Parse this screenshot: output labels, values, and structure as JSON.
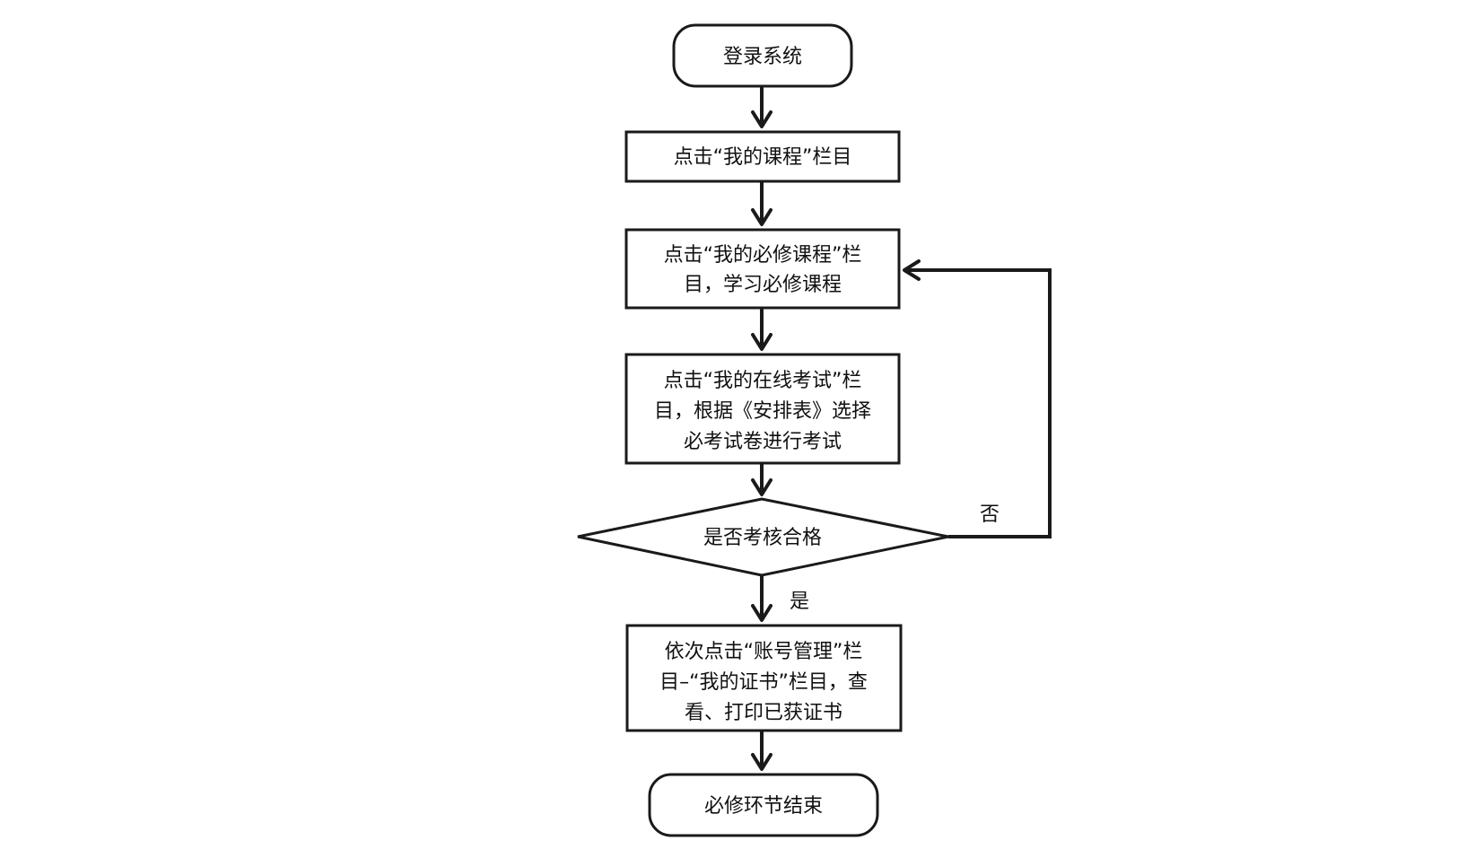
{
  "flowchart": {
    "nodes": [
      {
        "id": "start",
        "shape": "terminal",
        "lines": [
          "登录系统"
        ]
      },
      {
        "id": "my-courses",
        "shape": "process",
        "lines": [
          "点击“我的课程”栏目"
        ]
      },
      {
        "id": "required-courses",
        "shape": "process",
        "lines": [
          "点击“我的必修课程”栏",
          "目，学习必修课程"
        ]
      },
      {
        "id": "online-exam",
        "shape": "process",
        "lines": [
          "点击“我的在线考试”栏",
          "目，根据《安排表》选择",
          "必考试卷进行考试"
        ]
      },
      {
        "id": "passed-check",
        "shape": "decision",
        "lines": [
          "是否考核合格"
        ]
      },
      {
        "id": "certificate",
        "shape": "process",
        "lines": [
          "依次点击“账号管理”栏",
          "目–“我的证书”栏目，查",
          "看、打印已获证书"
        ]
      },
      {
        "id": "end",
        "shape": "terminal",
        "lines": [
          "必修环节结束"
        ]
      }
    ],
    "edges": [
      {
        "from": "start",
        "to": "my-courses",
        "label": ""
      },
      {
        "from": "my-courses",
        "to": "required-courses",
        "label": ""
      },
      {
        "from": "required-courses",
        "to": "online-exam",
        "label": ""
      },
      {
        "from": "online-exam",
        "to": "passed-check",
        "label": ""
      },
      {
        "from": "passed-check",
        "to": "certificate",
        "label": "是"
      },
      {
        "from": "passed-check",
        "to": "required-courses",
        "label": "否"
      },
      {
        "from": "certificate",
        "to": "end",
        "label": ""
      }
    ]
  }
}
